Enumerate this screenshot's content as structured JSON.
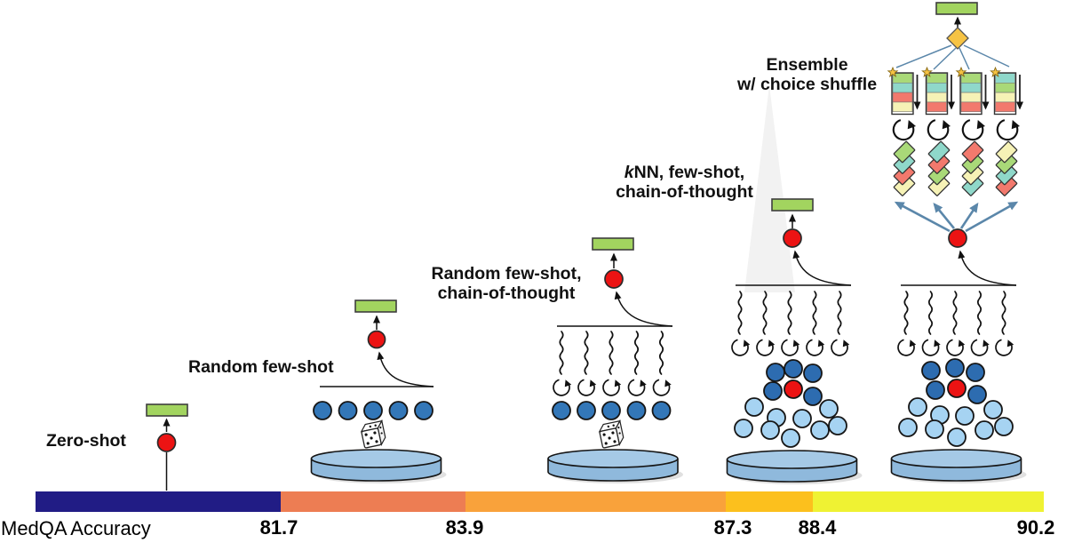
{
  "figure": {
    "description_domain": "diagram",
    "groups": {
      "zero_shot": {
        "label": "Zero-shot"
      },
      "random_few_shot": {
        "label": "Random few-shot"
      },
      "random_few_shot_cot": {
        "line1": "Random few-shot,",
        "line2": "chain-of-thought"
      },
      "knn_few_shot_cot": {
        "line1_k": "k",
        "line1_rest": "NN, few-shot,",
        "line2": "chain-of-thought"
      },
      "ensemble": {
        "line1": "Ensemble",
        "line2": "w/ choice shuffle"
      }
    }
  },
  "scale": {
    "label": "MedQA Accuracy",
    "ticks": [
      {
        "value": "81.7"
      },
      {
        "value": "83.9"
      },
      {
        "value": "87.3"
      },
      {
        "value": "88.4"
      },
      {
        "value": "90.2"
      }
    ],
    "segments": [
      {
        "name": "zero-shot",
        "color": "#211c85"
      },
      {
        "name": "random-few-shot",
        "color": "#ed7d53"
      },
      {
        "name": "random-few-shot-cot",
        "color": "#f9a23b"
      },
      {
        "name": "knn-few-shot-cot",
        "color": "#fcc01d"
      },
      {
        "name": "ensemble-choice-shuffle",
        "color": "#eff233"
      }
    ]
  },
  "chart_data": {
    "type": "scale",
    "title": "MedQA Accuracy",
    "categories": [
      "Zero-shot",
      "Random few-shot",
      "Random few-shot, chain-of-thought",
      "kNN, few-shot, chain-of-thought",
      "Ensemble w/ choice shuffle"
    ],
    "values": [
      81.7,
      83.9,
      87.3,
      88.4,
      90.2
    ]
  },
  "icons": {
    "answer-box": "green rectangle",
    "model-node": "red circle",
    "example-dot": "blue circle",
    "dice-icon": "white die with pips (random sampling)",
    "database-icon": "light blue cylinder",
    "cot-squiggle-icon": "vertical wavy line (chain of thought)",
    "loop-icon": "circular arrow",
    "knn-cluster": "dark and light blue dots around red query dot",
    "aggregator-diamond-icon": "gold diamond",
    "star-icon": "gold star",
    "answer-stack": "column of green/teal/yellow/red bars",
    "shuffled-card-icon": "tilted colored card",
    "shuffle-arrow-icon": "steel-blue arrow"
  },
  "colors": {
    "box-green": "#a2d45f",
    "node-red": "#ec1313",
    "dot-blue": "#3377b8",
    "dot-dark": "#2d6cb0",
    "dot-light": "#a6d3f2",
    "seg-green": "#a9d978",
    "seg-teal": "#8fd8ca",
    "seg-red": "#f2796d",
    "seg-yellow": "#f6f2b6",
    "cyl-side": "#8fb9dc",
    "cyl-top": "#a5c9e6",
    "gold": "#f6c344",
    "steel": "#5b87aa"
  }
}
